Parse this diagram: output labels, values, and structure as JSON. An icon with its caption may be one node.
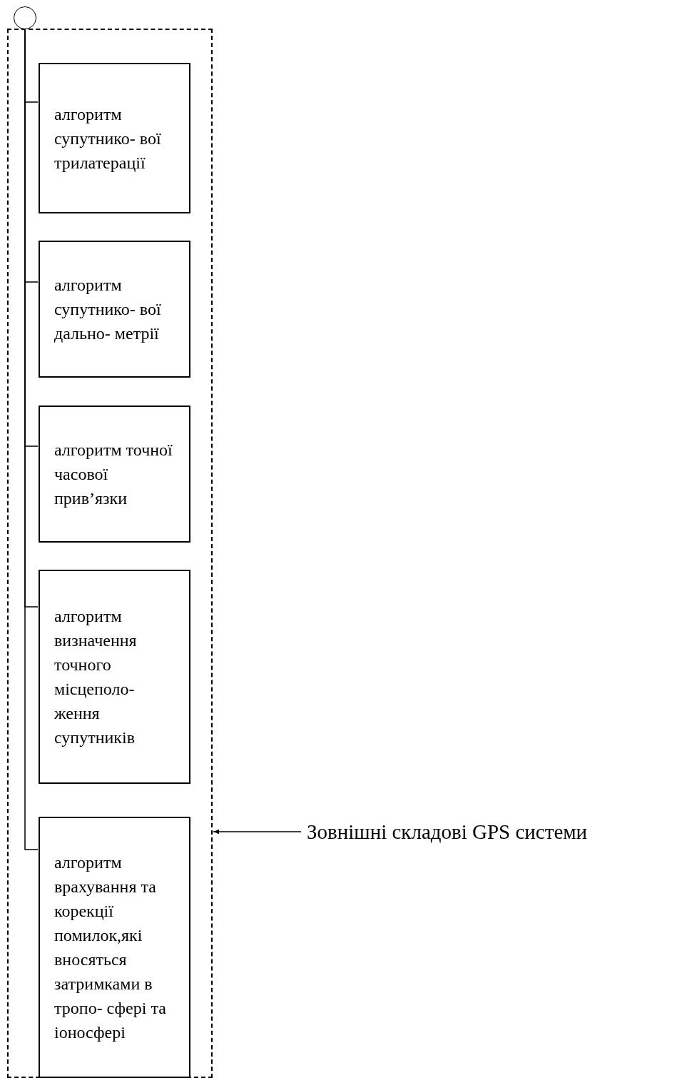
{
  "diagram": {
    "nodes": [
      {
        "text": [],
        "shape": "box"
      },
      {
        "text": [],
        "shape": "circle"
      },
      {
        "text": [
          "алгоритм супутнико- вої трилатерації"
        ],
        "in": 0
      },
      {
        "text": [
          "алгоритм супутнико- вої дально- метрії"
        ],
        "in": 0
      },
      {
        "text": [
          "алгоритм точної часової прив’язки"
        ],
        "in": 0
      },
      {
        "text": [
          "алгоритм визначення точного місцеполо- ження супутників"
        ],
        "in": 0
      },
      {
        "text": [
          "алгоритм врахування та корекції помилок,які вносяться затримками в тропо- сфері та іоносфері"
        ],
        "in": 0
      },
      {
        "text": [
          "Зовнішні складові GPS системи"
        ]
      }
    ],
    "edges": [
      {
        "from": 1,
        "to": 2,
        "arrow": "none"
      },
      {
        "from": 1,
        "to": 3,
        "arrow": "none"
      },
      {
        "from": 1,
        "to": 4,
        "arrow": "none"
      },
      {
        "from": 1,
        "to": 5,
        "arrow": "none"
      },
      {
        "from": 1,
        "to": 6,
        "arrow": "none"
      },
      {
        "from": 7,
        "to": 0,
        "arrow": "to"
      }
    ]
  }
}
